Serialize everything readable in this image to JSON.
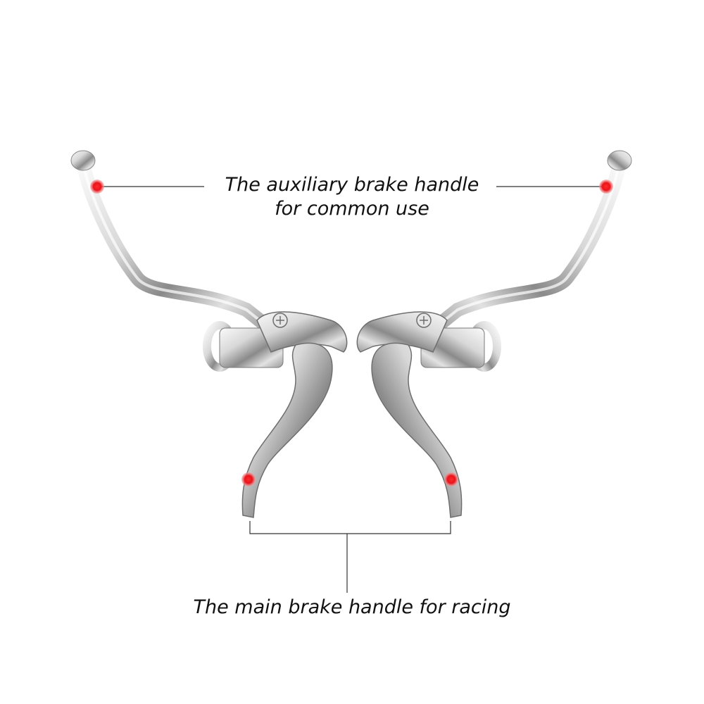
{
  "annotations": {
    "auxiliary": {
      "line1": "The auxiliary brake handle",
      "line2": "for common use"
    },
    "main": {
      "text": "The main brake handle for racing"
    }
  },
  "colors": {
    "background": "#ffffff",
    "text": "#111111",
    "leader_line": "#333333",
    "marker": "#e8141b",
    "chrome_light": "#f4f4f4",
    "chrome_mid": "#c9c9c9",
    "chrome_dark": "#6e6e6e"
  },
  "subject": "pair of chrome bicycle brake levers with auxiliary levers"
}
